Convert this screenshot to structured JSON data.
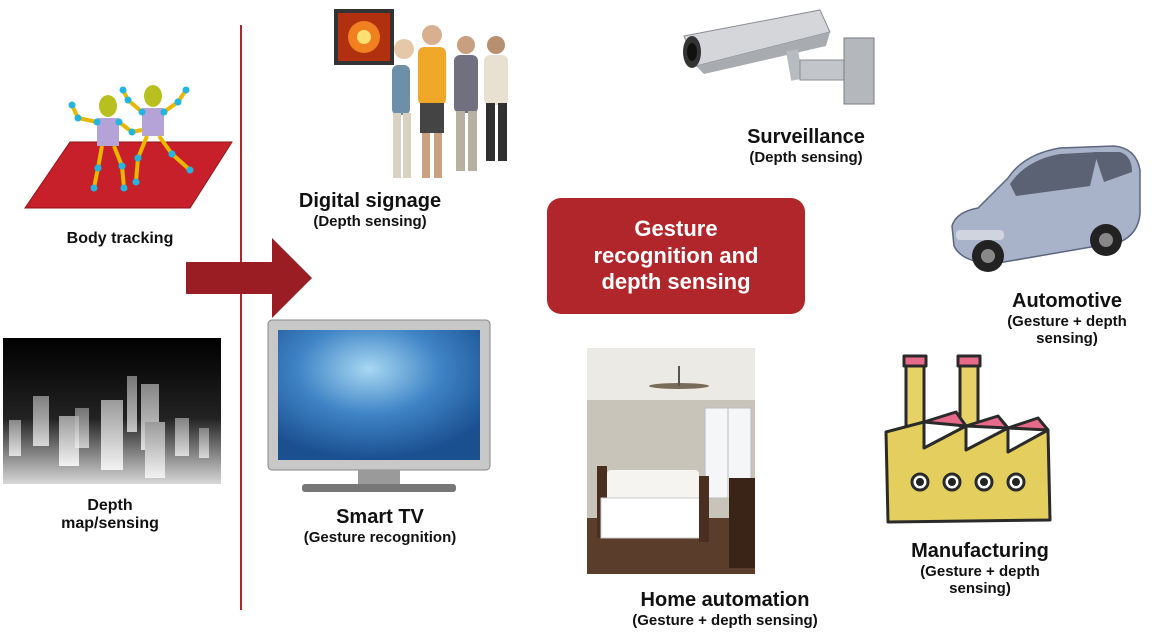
{
  "divider": {
    "color": "#b0262b"
  },
  "center": {
    "label": "Gesture\nrecognition and\ndepth sensing",
    "bg_color": "#b0262b"
  },
  "arrow": {
    "color": "#9b1d24"
  },
  "left": {
    "body_tracking": {
      "label": "Body tracking",
      "icon": "body-tracking-figures-icon"
    },
    "depth_map": {
      "label_line1": "Depth",
      "label_line2": "map/sensing",
      "icon": "depth-map-image"
    }
  },
  "applications": {
    "digital_signage": {
      "title": "Digital signage",
      "subtitle": "(Depth sensing)",
      "icon": "digital-signage-photo"
    },
    "smart_tv": {
      "title": "Smart TV",
      "subtitle": "(Gesture recognition)",
      "icon": "smart-tv-icon"
    },
    "surveillance": {
      "title": "Surveillance",
      "subtitle": "(Depth sensing)",
      "icon": "surveillance-camera-icon"
    },
    "automotive": {
      "title": "Automotive",
      "subtitle_line1": "(Gesture + depth",
      "subtitle_line2": "sensing)",
      "icon": "car-icon"
    },
    "home_automation": {
      "title": "Home automation",
      "subtitle": "(Gesture + depth sensing)",
      "icon": "bedroom-photo"
    },
    "manufacturing": {
      "title": "Manufacturing",
      "subtitle_line1": "(Gesture + depth",
      "subtitle_line2": "sensing)",
      "icon": "factory-icon"
    }
  }
}
